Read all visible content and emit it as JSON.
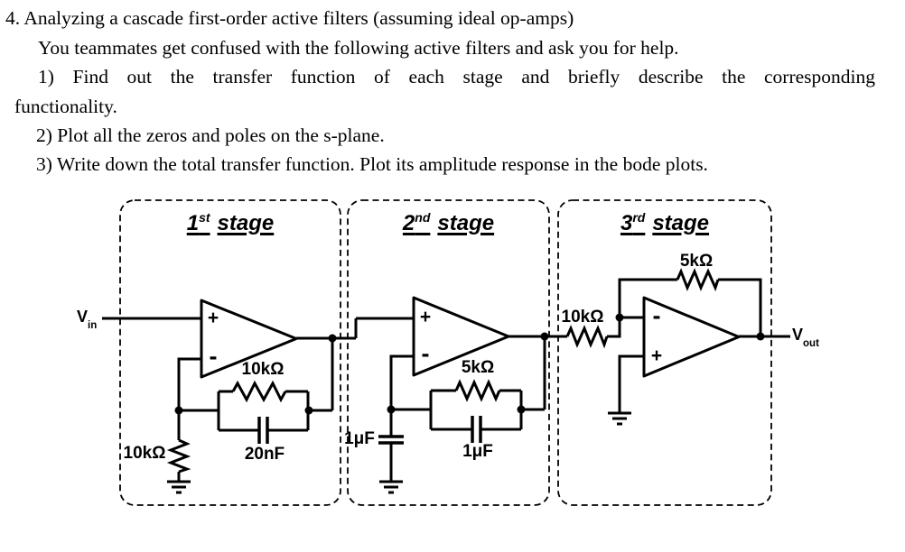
{
  "problem": {
    "lines": [
      "4. Analyzing a cascade first-order active filters (assuming ideal op-amps)",
      "You teammates get confused with the following active filters and ask you for help.",
      "1) Find out the transfer function of each stage and briefly describe the corresponding",
      "functionality.",
      "2) Plot all the zeros and poles on the s-plane.",
      "3) Write down the total transfer function. Plot its amplitude response in the bode plots."
    ]
  },
  "circuit": {
    "vin": {
      "base": "V",
      "sub": "in"
    },
    "vout": {
      "base": "V",
      "sub": "out"
    },
    "stages": [
      {
        "num": "1",
        "sup": "st",
        "word": "stage"
      },
      {
        "num": "2",
        "sup": "nd",
        "word": "stage"
      },
      {
        "num": "3",
        "sup": "rd",
        "word": "stage"
      }
    ],
    "components": {
      "s1_feedback_resistor": "10kΩ",
      "s1_feedback_capacitor": "20nF",
      "s1_ground_resistor": "10kΩ",
      "s2_feedback_resistor": "5kΩ",
      "s2_feedback_capacitor": "1μF",
      "s2_shunt_capacitor": "1μF",
      "s3_input_resistor": "10kΩ",
      "s3_feedback_resistor": "5kΩ"
    },
    "signs": {
      "plus": "+",
      "minus": "-"
    }
  }
}
